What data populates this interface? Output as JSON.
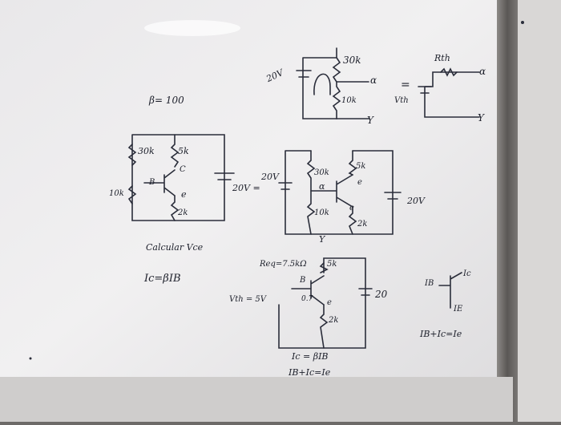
{
  "top_circuit": {
    "source": "20V",
    "r_top": "30k",
    "r_bottom": "10k",
    "node_a": "α",
    "node_y": "Y",
    "equals": "=",
    "r_th": "Rth",
    "v_th": "Vth",
    "th_a": "α",
    "th_y": "Y"
  },
  "beta": "β= 100",
  "left_circuit": {
    "r1": "30k",
    "rc": "5k",
    "c_label": "C",
    "b_label": "B",
    "e_label": "e",
    "r2": "10k",
    "re": "2k",
    "supply": "20V ="
  },
  "calc": "Calcular Vce",
  "ic_beta": "Ic=βIB",
  "mid_circuit": {
    "supply_left": "20V",
    "r1": "30k",
    "alpha": "α",
    "rc": "5k",
    "e_label": "e",
    "r2": "10k",
    "e2": "e",
    "re": "2k",
    "y": "Y",
    "supply_right": "20V"
  },
  "bottom_circuit": {
    "req": "Req=7.5kΩ",
    "rc": "5k",
    "b_label": "B",
    "vth": "Vth = 5V",
    "rb": "0.7",
    "e_label": "e",
    "re": "2k",
    "supply": "20"
  },
  "bottom_eq1": "Ic = βIB",
  "bottom_eq2": "IB+Ic=Ie",
  "right_ib": "IB",
  "right_ic": "Ic",
  "right_ie": "IE",
  "right_eq": "IB+Ic=Ie"
}
